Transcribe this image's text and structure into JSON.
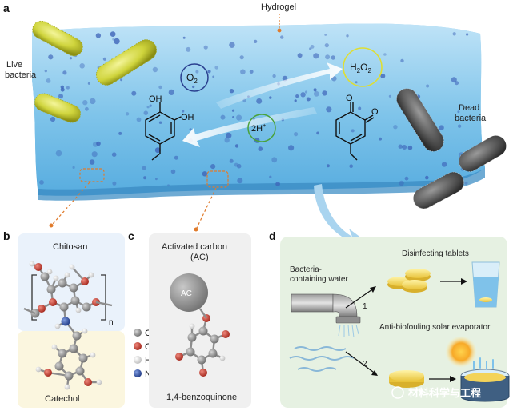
{
  "panel_a": {
    "letter": "a",
    "hydrogel_label": "Hydrogel",
    "live_bacteria_line1": "Live",
    "live_bacteria_line2": "bacteria",
    "dead_bacteria_line1": "Dead",
    "dead_bacteria_line2": "bacteria",
    "o2_label": "O",
    "o2_sub": "2",
    "h2o2_label_h": "H",
    "h2o2_sub1": "2",
    "h2o2_label_o": "O",
    "h2o2_sub2": "2",
    "proton_label": "2H",
    "proton_sup": "+",
    "oh1": "OH",
    "oh2": "OH",
    "o1": "O",
    "o2": "O"
  },
  "panel_b": {
    "letter": "b",
    "chitosan_label": "Chitosan",
    "n_label": "n",
    "catechol_label": "Catechol"
  },
  "panel_c": {
    "letter": "c",
    "ac_label_line1": "Activated carbon",
    "ac_label_line2": "(AC)",
    "ac_sphere_label": "AC",
    "quinone_label": "1,4-benzoquinone"
  },
  "legend": {
    "items": [
      {
        "label": "C",
        "color": "#8a8a8a"
      },
      {
        "label": "O",
        "color": "#c0392b"
      },
      {
        "label": "H",
        "color": "#e6e6e6"
      },
      {
        "label": "N",
        "color": "#2c4fa3"
      }
    ]
  },
  "panel_d": {
    "letter": "d",
    "water_line1": "Bacteria-",
    "water_line2": "containing water",
    "tablets_label": "Disinfecting tablets",
    "evaporator_label": "Anti-biofouling solar evaporator",
    "route1": "1",
    "route2": "2"
  },
  "watermark": "材料科学与工程"
}
